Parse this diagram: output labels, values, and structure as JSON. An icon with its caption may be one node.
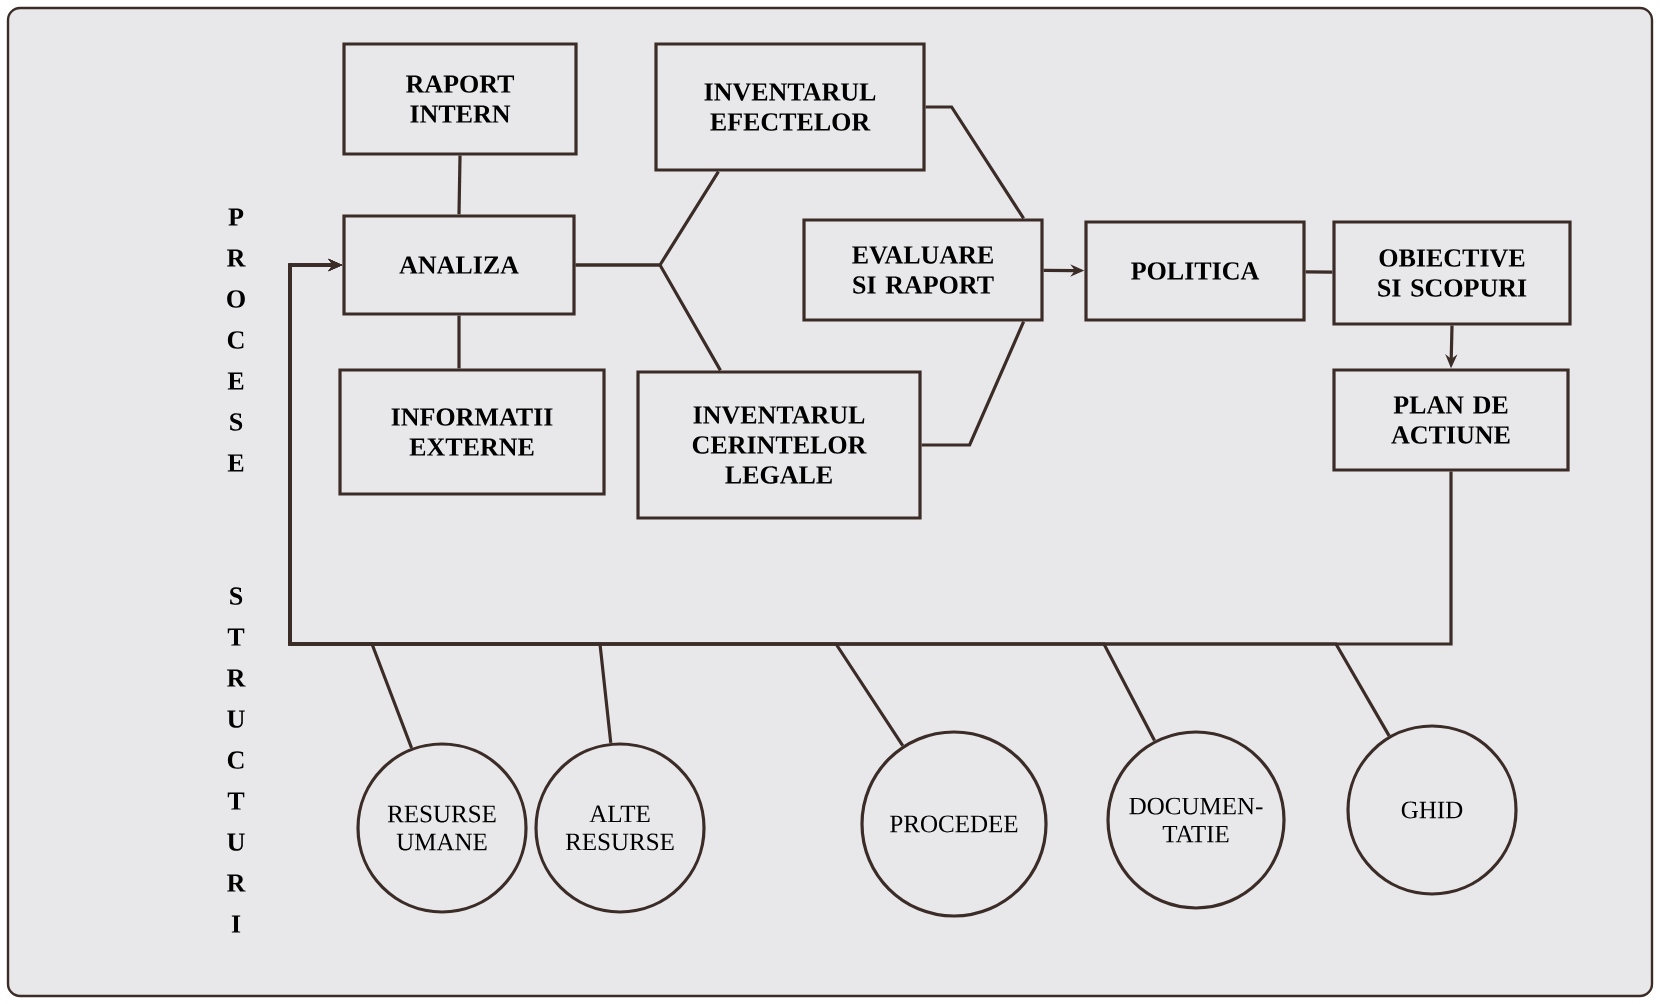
{
  "diagram": {
    "nodes": [
      {
        "text": [
          "RAPORT INTERN"
        ]
      },
      {
        "text": [
          "ANALIZA"
        ]
      },
      {
        "text": [
          "INFORMATII EXTERNE"
        ]
      },
      {
        "text": [
          "INVENTARUL EFECTELOR"
        ]
      },
      {
        "text": [
          "INVENTARUL CERINTELOR LEGALE"
        ]
      },
      {
        "text": [
          "EVALUARE SI RAPORT"
        ]
      },
      {
        "text": [
          "POLITICA"
        ]
      },
      {
        "text": [
          "OBIECTIVE SI SCOPURI"
        ]
      },
      {
        "text": [
          "PLAN DE ACTIUNE"
        ]
      },
      {
        "text": [
          "RESURSE UMANE"
        ]
      },
      {
        "text": [
          "ALTE RESURSE"
        ]
      },
      {
        "text": [
          "PROCEDEE"
        ]
      },
      {
        "text": [
          "DOCUMEN- TATIE"
        ]
      },
      {
        "text": [
          "GHID"
        ]
      }
    ],
    "edges": [
      {
        "from": 0,
        "to": 1,
        "arrow": "none"
      },
      {
        "from": 1,
        "to": 2,
        "arrow": "none"
      },
      {
        "from": 1,
        "to": 3,
        "arrow": "none"
      },
      {
        "from": 1,
        "to": 4,
        "arrow": "none"
      },
      {
        "from": 3,
        "to": 5,
        "arrow": "none"
      },
      {
        "from": 4,
        "to": 5,
        "arrow": "none"
      },
      {
        "from": 5,
        "to": 6,
        "arrow": "to"
      },
      {
        "from": 6,
        "to": 7,
        "arrow": "none"
      },
      {
        "from": 7,
        "to": 8,
        "arrow": "to"
      },
      {
        "from": 8,
        "to": 1,
        "arrow": "to"
      },
      {
        "from": 9,
        "to": 1,
        "arrow": "to"
      },
      {
        "from": 10,
        "to": 1,
        "arrow": "to"
      },
      {
        "from": 11,
        "to": 1,
        "arrow": "to"
      },
      {
        "from": 12,
        "to": 1,
        "arrow": "to"
      },
      {
        "from": 13,
        "to": 1,
        "arrow": "to"
      }
    ],
    "labels": [
      "PROCESE",
      "STRUCTURI"
    ]
  }
}
